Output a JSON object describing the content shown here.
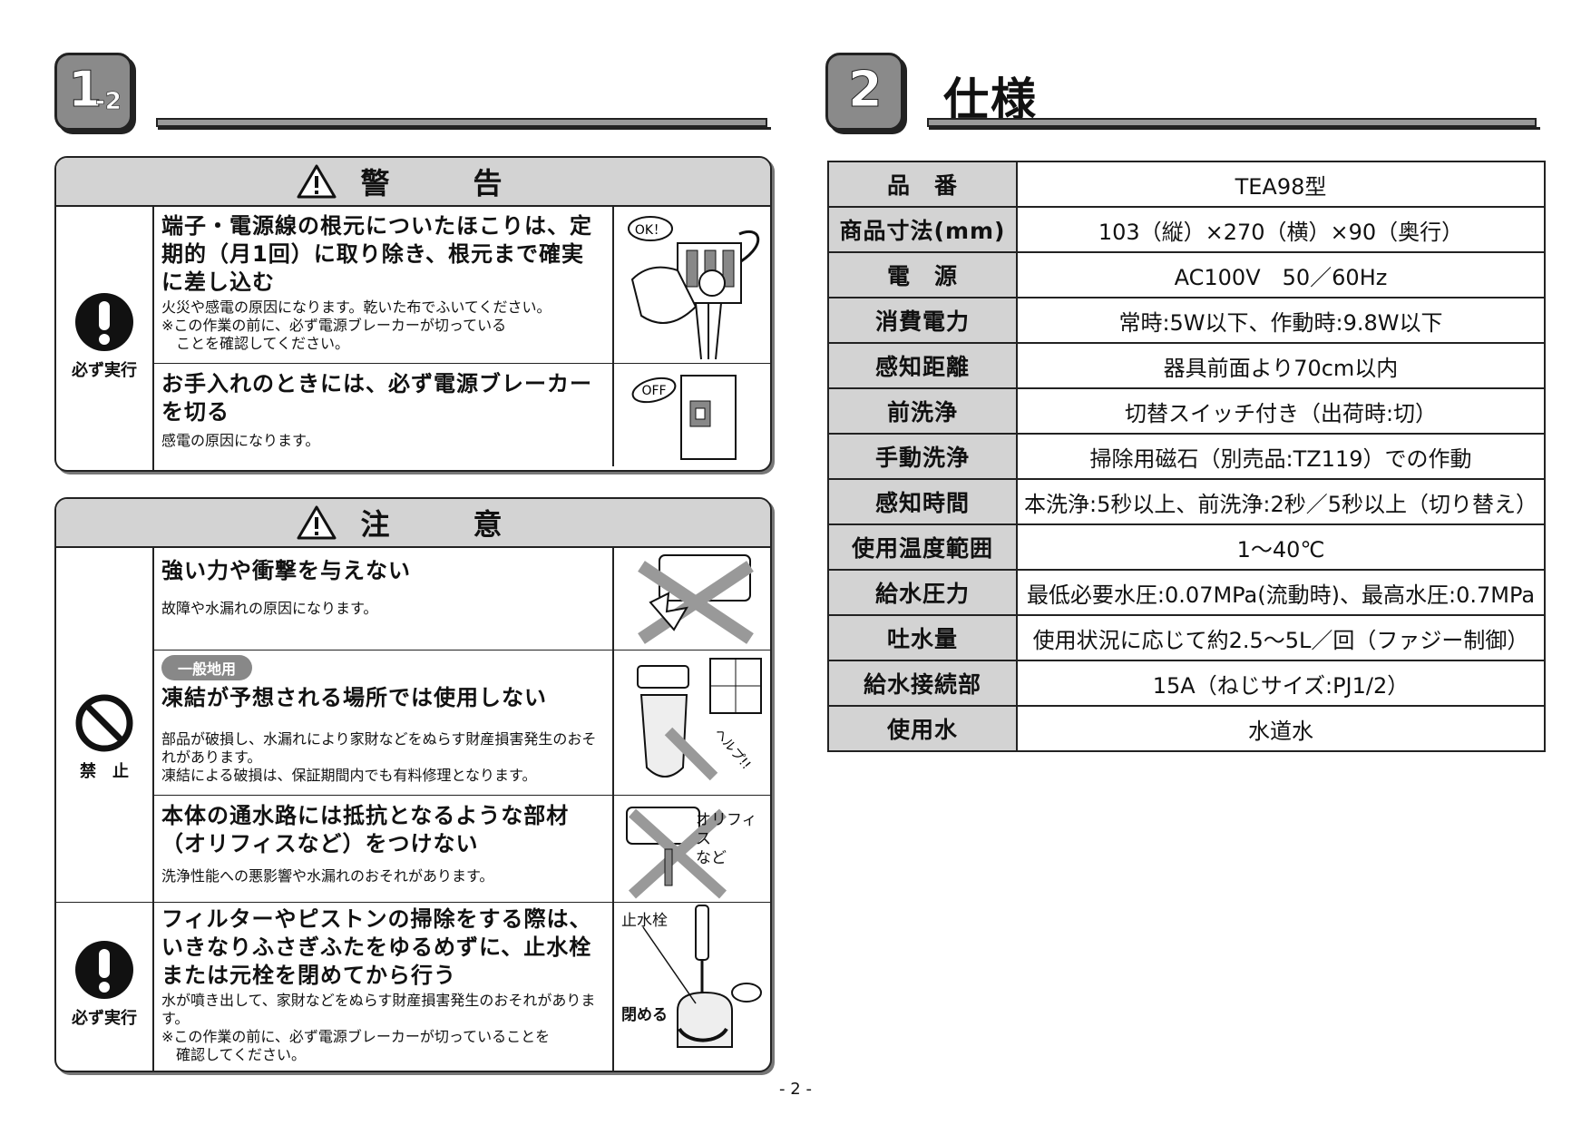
{
  "left_section": {
    "badge_main": "1",
    "badge_sub": "-2"
  },
  "right_section": {
    "badge_main": "2",
    "title": "仕様"
  },
  "warning_panel": {
    "header": "警　告",
    "icon_label": "必ず実行",
    "rows": [
      {
        "title": "端子・電源線の根元についたほこりは、定期的（月1回）に取り除き、根元まで確実に差し込む",
        "desc": "火災や感電の原因になります。乾いた布でふいてください。\n※この作業の前に、必ず電源ブレーカーが切っている\n　ことを確認してください。",
        "bubble": "OK！"
      },
      {
        "title": "お手入れのときには、必ず電源ブレーカーを切る",
        "desc": "感電の原因になります。",
        "bubble": "OFF"
      }
    ]
  },
  "caution_panel": {
    "header": "注　意",
    "prohibit_label": "禁　止",
    "must_label": "必ず実行",
    "rows": [
      {
        "pill": "",
        "title": "強い力や衝撃を与えない",
        "desc": "故障や水漏れの原因になります。"
      },
      {
        "pill": "一般地用",
        "title": "凍結が予想される場所では使用しない",
        "desc": "部品が破損し、水漏れにより家財などをぬらす財産損害発生のおそれがあります。\n凍結による破損は、保証期間内でも有料修理となります。",
        "img_label": "ヘルプ!!"
      },
      {
        "pill": "",
        "title": "本体の通水路には抵抗となるような部材（オリフィスなど）をつけない",
        "desc": "洗浄性能への悪影響や水漏れのおそれがあります。",
        "img_label": "オリフィス\nなど"
      },
      {
        "pill": "",
        "title": "フィルターやピストンの掃除をする際は、いきなりふさぎふたをゆるめずに、止水栓または元栓を閉めてから行う",
        "desc": "水が噴き出して、家財などをぬらす財産損害発生のおそれがあります。\n※この作業の前に、必ず電源ブレーカーが切っていることを\n　確認してください。",
        "img_label_top": "止水栓",
        "img_label_bottom": "閉める"
      }
    ]
  },
  "spec_table": [
    {
      "key": "品　番",
      "value": "TEA98型"
    },
    {
      "key": "商品寸法(mm)",
      "value": "103（縦）×270（横）×90（奥行）"
    },
    {
      "key": "電　源",
      "value": "AC100V　50／60Hz"
    },
    {
      "key": "消費電力",
      "value": "常時:5W以下、作動時:9.8W以下"
    },
    {
      "key": "感知距離",
      "value": "器具前面より70cm以内"
    },
    {
      "key": "前洗浄",
      "value": "切替スイッチ付き（出荷時:切）"
    },
    {
      "key": "手動洗浄",
      "value": "掃除用磁石（別売品:TZ119）での作動"
    },
    {
      "key": "感知時間",
      "value": "本洗浄:5秒以上、前洗浄:2秒／5秒以上（切り替え）"
    },
    {
      "key": "使用温度範囲",
      "value": "1～40℃"
    },
    {
      "key": "給水圧力",
      "value": "最低必要水圧:0.07MPa(流動時)、最高水圧:0.7MPa"
    },
    {
      "key": "吐水量",
      "value": "使用状況に応じて約2.5～5L／回（ファジー制御）"
    },
    {
      "key": "給水接続部",
      "value": "15A（ねじサイズ:PJ1/2）"
    },
    {
      "key": "使用水",
      "value": "水道水"
    }
  ],
  "page_number": "- 2 -"
}
